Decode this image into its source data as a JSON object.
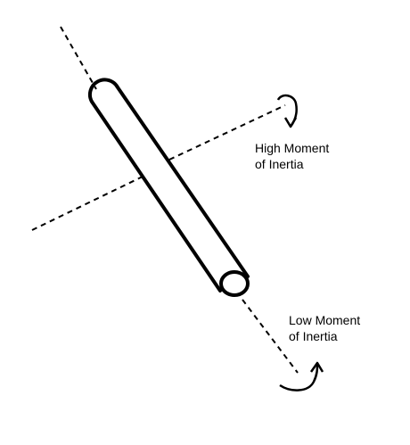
{
  "labels": {
    "high_line1": "High Moment",
    "high_line2": "of Inertia",
    "low_line1": "Low Moment",
    "low_line2": "of Inertia"
  },
  "colors": {
    "stroke": "#000000",
    "background": "#ffffff"
  }
}
